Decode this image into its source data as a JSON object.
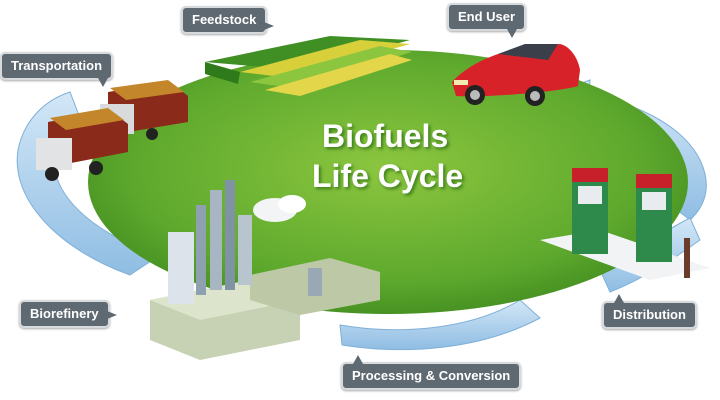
{
  "diagram": {
    "title_line1": "Biofuels",
    "title_line2": "Life Cycle",
    "stages": {
      "feedstock": "Feedstock",
      "end_user": "End User",
      "transportation": "Transportation",
      "biorefinery": "Biorefinery",
      "distribution": "Distribution",
      "processing": "Processing & Conversion"
    }
  },
  "colors": {
    "green_field": "#5ea92d",
    "cycle_arrow": "#a9cdea",
    "car_red": "#d8222a",
    "label_bg": "#5f6972"
  },
  "icons": [
    "crop-field-icon",
    "sports-car-icon",
    "truck-icon",
    "biorefinery-icon",
    "fuel-pump-icon",
    "cycle-arrow-icon"
  ]
}
